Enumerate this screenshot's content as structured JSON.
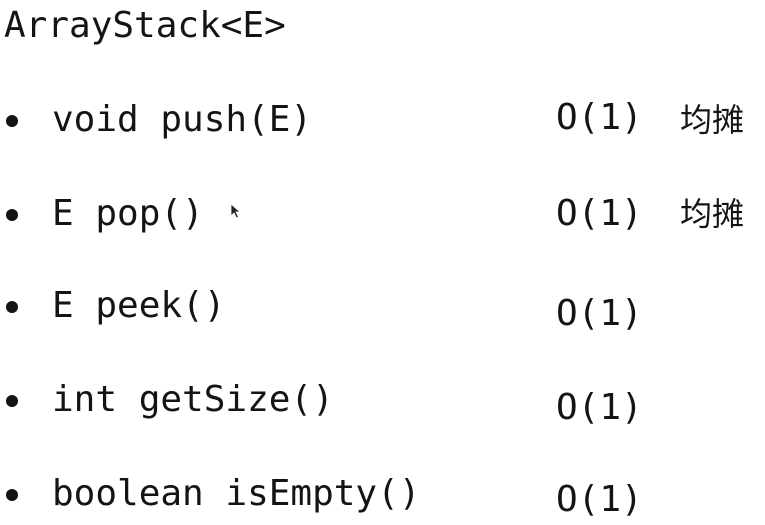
{
  "title": "ArrayStack<E>",
  "methods": [
    {
      "signature": "void push(E)",
      "complexity": "O(1)",
      "note": "均摊"
    },
    {
      "signature": "E pop()",
      "complexity": "O(1)",
      "note": "均摊"
    },
    {
      "signature": "E peek()",
      "complexity": "O(1)"
    },
    {
      "signature": "int getSize()",
      "complexity": "O(1)"
    },
    {
      "signature": "boolean isEmpty()",
      "complexity": "O(1)"
    }
  ],
  "icons": {
    "pointer": "mouse-pointer-icon"
  }
}
